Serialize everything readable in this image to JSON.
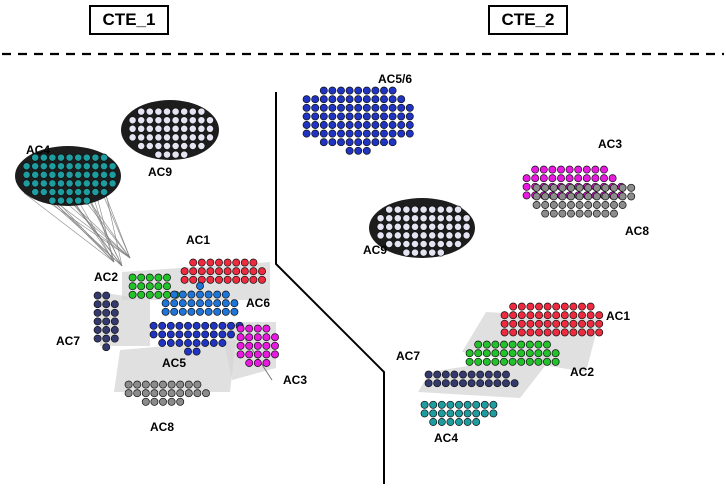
{
  "panels": {
    "left": {
      "title": "CTE_1",
      "clusters": [
        {
          "id": "AC9",
          "label": "AC9",
          "color": "#e4e4f2"
        },
        {
          "id": "AC4",
          "label": "AC4",
          "color": "#1e9da0"
        },
        {
          "id": "AC1",
          "label": "AC1",
          "color": "#ee2a3f"
        },
        {
          "id": "AC2",
          "label": "AC2",
          "color": "#22c22a"
        },
        {
          "id": "AC6",
          "label": "AC6",
          "color": "#1f74d8"
        },
        {
          "id": "AC5",
          "label": "AC5",
          "color": "#1f34c2"
        },
        {
          "id": "AC7",
          "label": "AC7",
          "color": "#343a6e"
        },
        {
          "id": "AC3",
          "label": "AC3",
          "color": "#e81ae0"
        },
        {
          "id": "AC8",
          "label": "AC8",
          "color": "#8c8c8c"
        }
      ]
    },
    "right": {
      "title": "CTE_2",
      "clusters": [
        {
          "id": "AC5/6",
          "label": "AC5/6",
          "color": "#1f34c2"
        },
        {
          "id": "AC3",
          "label": "AC3",
          "color": "#e81ae0"
        },
        {
          "id": "AC8",
          "label": "AC8",
          "color": "#8c8c8c"
        },
        {
          "id": "AC9",
          "label": "AC9",
          "color": "#e4e4f2"
        },
        {
          "id": "AC1",
          "label": "AC1",
          "color": "#ee2a3f"
        },
        {
          "id": "AC2",
          "label": "AC2",
          "color": "#22c22a"
        },
        {
          "id": "AC7",
          "label": "AC7",
          "color": "#343a6e"
        },
        {
          "id": "AC4",
          "label": "AC4",
          "color": "#1e9da0"
        }
      ]
    }
  },
  "node_outline": "#111111",
  "edge_color": "#7a7a7a",
  "inter_cluster_fill": "#d6d6d6"
}
